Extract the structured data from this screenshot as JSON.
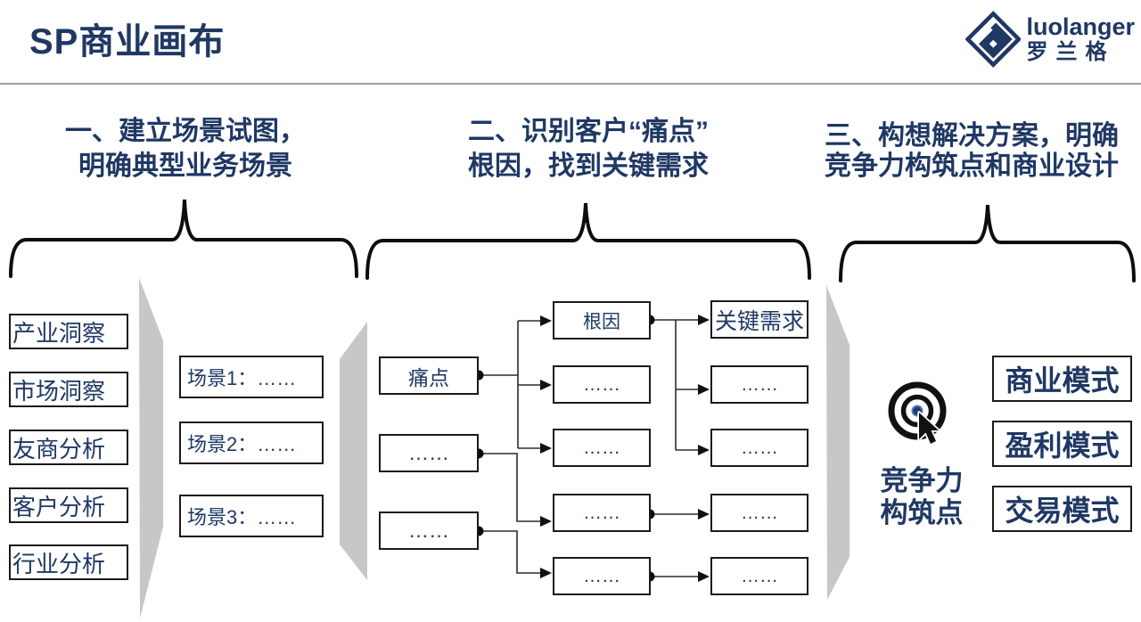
{
  "page": {
    "title": "SP商业画布"
  },
  "logo": {
    "name": "luolanger",
    "cn": "罗兰格",
    "color": "#1f3864"
  },
  "steps": [
    {
      "line1": "一、建立场景试图，",
      "line2": "明确典型业务场景"
    },
    {
      "line1": "二、识别客户“痛点”",
      "line2": "根因，找到关键需求"
    },
    {
      "line1": "三、构想解决方案，明确",
      "line2": "竞争力构筑点和商业设计"
    }
  ],
  "insight_boxes": [
    "产业洞察",
    "市场洞察",
    "友商分析",
    "客户分析",
    "行业分析"
  ],
  "scenario_boxes": [
    "场景1：……",
    "场景2：……",
    "场景3：……"
  ],
  "pain_boxes": [
    "痛点",
    "……",
    "……"
  ],
  "root_boxes": [
    "根因",
    "……",
    "……",
    "……",
    "……"
  ],
  "need_boxes": [
    "关键需求",
    "……",
    "……",
    "……",
    "……"
  ],
  "competitive": {
    "line1": "竞争力",
    "line2": "构筑点",
    "icon": "target-cursor-icon"
  },
  "model_boxes": [
    "商业模式",
    "盈利模式",
    "交易模式"
  ],
  "colors": {
    "navy": "#1f3864",
    "box_border": "#1a1a1a",
    "gray_panel": "#c7c7c7",
    "line": "#2b2b2b",
    "brace": "#0d0d0d"
  }
}
